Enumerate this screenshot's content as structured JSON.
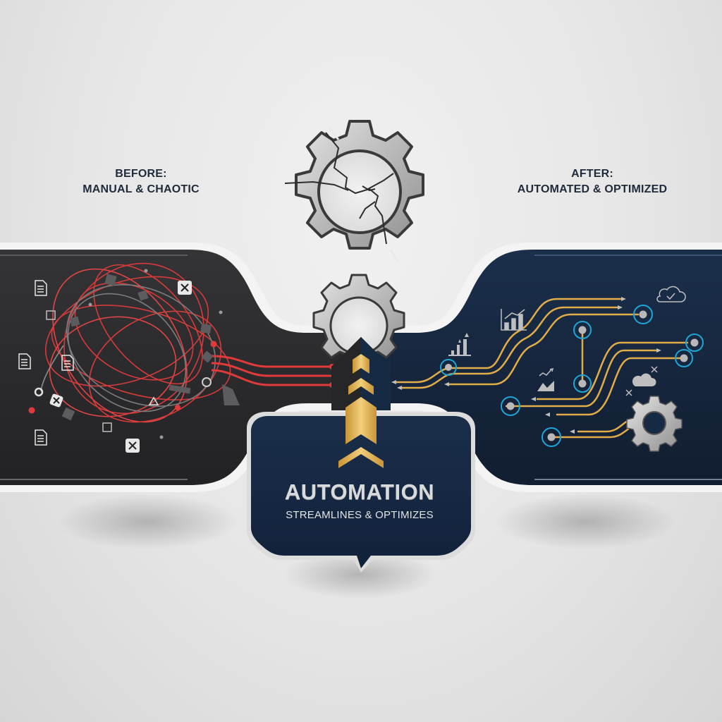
{
  "before": {
    "label": "BEFORE:",
    "caption": "MANUAL & CHAOTIC",
    "panel_color": "#2b2b2d",
    "accent_color": "#e03a3a",
    "icons": [
      "document-icon",
      "document-icon",
      "document-icon",
      "document-icon",
      "close-box-icon",
      "close-box-icon",
      "close-box-icon",
      "square-icon",
      "square-icon",
      "triangle-icon",
      "circle-icon"
    ]
  },
  "after": {
    "label": "AFTER:",
    "caption": "AUTOMATED & OPTIMIZED",
    "panel_color": "#172a44",
    "accent_color": "#e8b24a",
    "node_color": "#1ea6d6",
    "icons": [
      "bar-chart-icon",
      "growth-chart-icon",
      "trend-chart-icon",
      "cloud-check-icon",
      "cloud-icon",
      "gear-icon"
    ]
  },
  "center": {
    "broken_gear": "cracked-gear-icon",
    "working_gear": "gear-icon",
    "arrow": "upward-chevrons-icon",
    "arrow_color": "#e2b257"
  },
  "callout": {
    "title": "AUTOMATION",
    "subtitle": "STREAMLINES & OPTIMIZES",
    "background": "#172a44"
  }
}
